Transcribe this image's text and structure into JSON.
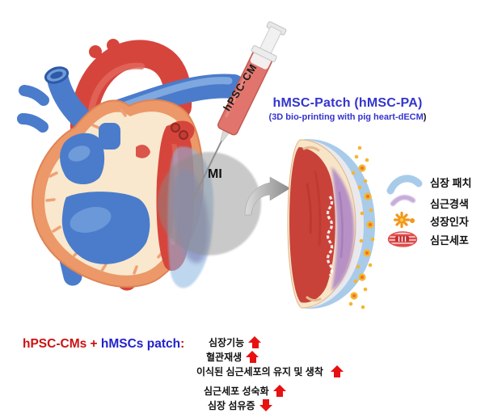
{
  "colors": {
    "title_blue": "#3434CE",
    "label_red": "#CC1111",
    "heading_blue": "#2222CC",
    "arrow_red": "#E81111",
    "patch_blue": "#A9CBEA",
    "infarct_purple": "#C5A8D8",
    "growth_factor_orange": "#F2971B",
    "cardiomyocyte_red": "#E05050"
  },
  "injection": {
    "syringe_label": "hPSC-CM",
    "mi_label": "MI"
  },
  "patch_title": {
    "title": "hMSC-Patch (hMSC-PA)",
    "subtitle": "(3D bio-printing with pig heart-dECM",
    "subtitle_close": ")"
  },
  "legend": {
    "items": [
      {
        "label": "심장 패치",
        "icon": "heart-patch-icon"
      },
      {
        "label": "심근경색",
        "icon": "myocardial-infarction-icon"
      },
      {
        "label": "성장인자",
        "icon": "growth-factor-icon"
      },
      {
        "label": "심근세포",
        "icon": "cardiomyocyte-icon"
      }
    ]
  },
  "summary": {
    "heading_part1": "hPSC-CMs +",
    "heading_part2": " hMSCs patch",
    "heading_colon": ":",
    "effects": [
      {
        "label": "심장기능",
        "direction": "up"
      },
      {
        "label": "혈관재생",
        "direction": "up"
      },
      {
        "label": "이식된 심근세포의 유지 및 생착",
        "direction": "up"
      },
      {
        "label": "심근세포 성숙화",
        "direction": "up"
      },
      {
        "label": "심장 섬유증",
        "direction": "down"
      }
    ]
  }
}
